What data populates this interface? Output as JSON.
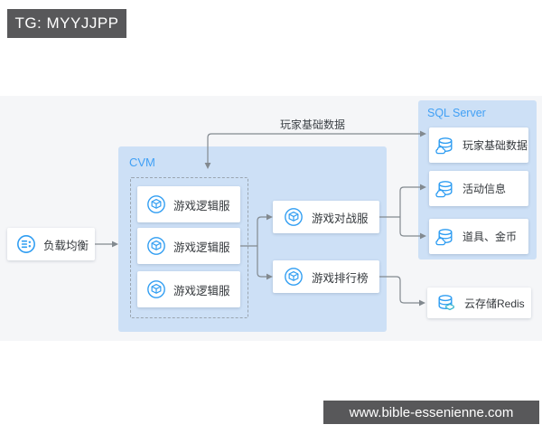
{
  "header": {
    "tg_label": "TG: MYYJJPP"
  },
  "footer": {
    "watermark": "www.bible-essenienne.com"
  },
  "diagram": {
    "flow_label": "玩家基础数据",
    "load_balancer": {
      "label": "负载均衡",
      "icon": "clb-icon"
    },
    "cvm": {
      "title": "CVM",
      "logic_servers": [
        {
          "label": "游戏逻辑服",
          "icon": "cvm-icon"
        },
        {
          "label": "游戏逻辑服",
          "icon": "cvm-icon"
        },
        {
          "label": "游戏逻辑服",
          "icon": "cvm-icon"
        }
      ],
      "battle_server": {
        "label": "游戏对战服",
        "icon": "cvm-icon"
      },
      "leaderboard": {
        "label": "游戏排行榜",
        "icon": "cvm-icon"
      }
    },
    "sql_server": {
      "title": "SQL Server",
      "databases": [
        {
          "label": "玩家基础数据",
          "icon": "database-cloud-icon"
        },
        {
          "label": "活动信息",
          "icon": "database-cloud-icon"
        },
        {
          "label": "道具、金币",
          "icon": "database-cloud-icon"
        }
      ]
    },
    "redis": {
      "label": "云存储Redis",
      "icon": "database-layers-icon"
    }
  },
  "colors": {
    "badge_bg": "#58585a",
    "band_bg": "#f5f6f8",
    "container_blue": "#cde0f6",
    "label_blue": "#41a0f5",
    "icon_blue": "#2f9df2",
    "redis_teal": "#35b5cb",
    "line_gray": "#82898f",
    "node_text": "#35393d"
  }
}
